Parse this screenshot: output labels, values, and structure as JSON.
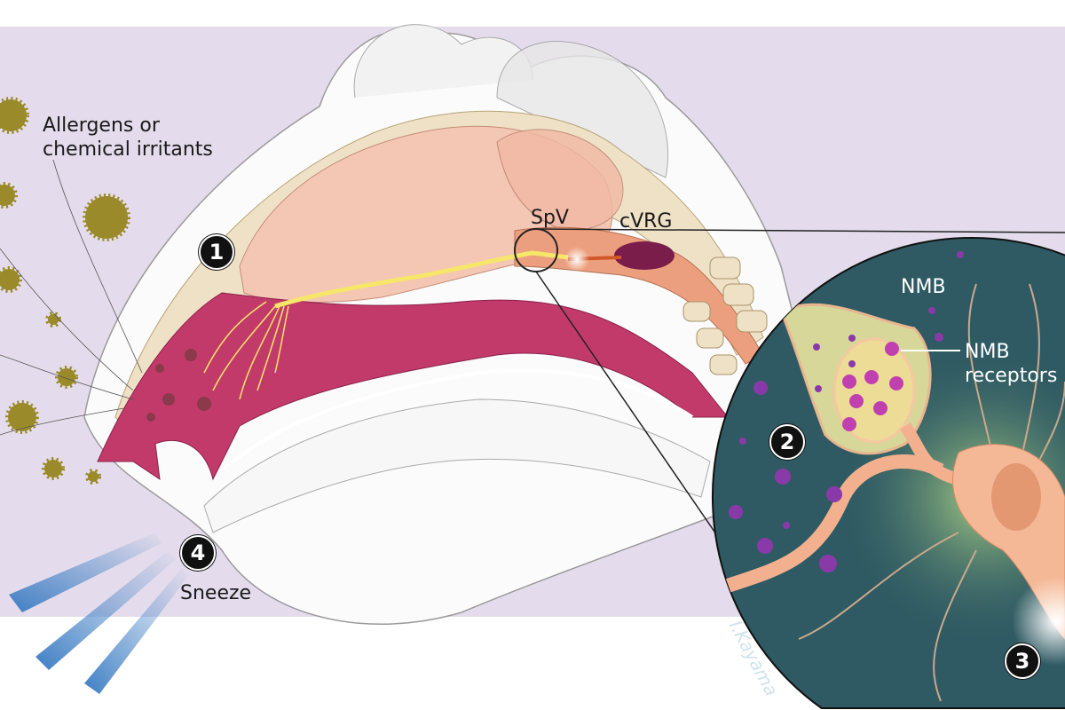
{
  "labels": {
    "allergens": "Allergens or\nchemical irritants",
    "allergens_line1": "Allergens or",
    "allergens_line2": "chemical irritants",
    "spv": "SpV",
    "cvrg": "cVRG",
    "nmb": "NMB",
    "nmb_receptors_line1": "NMB",
    "nmb_receptors_line2": "receptors",
    "sneeze": "Sneeze"
  },
  "steps": [
    "1",
    "2",
    "3",
    "4"
  ],
  "signature": "I.Kayama",
  "colors": {
    "background": "#e4dcec",
    "brain": "#f4c6b4",
    "nasal": "#c23a6a",
    "nerve": "#f6e66a",
    "inset": "#2f5a63",
    "neuron": "#f2b08e",
    "nmb": "#8a3aa8",
    "allergen": "#9a8a2a",
    "sneeze": "#4a86c6"
  }
}
